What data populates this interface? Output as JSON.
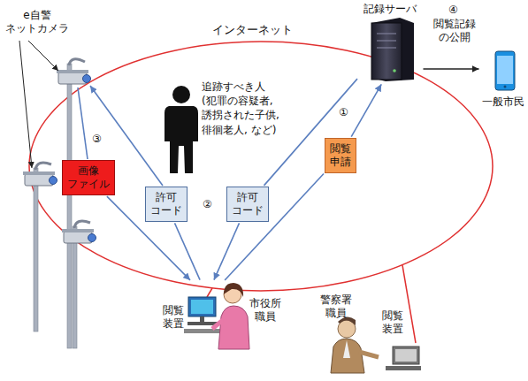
{
  "diagram": {
    "nodes": [
      {
        "text": [
          "記録サーバ"
        ]
      },
      {
        "text": [
          "一般市民"
        ]
      },
      {
        "text": [
          "閲覧 申請"
        ]
      },
      {
        "text": [
          "画像 ファイル"
        ]
      },
      {
        "text": [
          "許可 コード"
        ]
      },
      {
        "text": [
          "許可 コード"
        ]
      },
      {
        "text": [
          "閲覧 装置",
          "市役所 職員"
        ]
      },
      {
        "text": [
          "警察署 職員",
          "閲覧 装置"
        ]
      }
    ],
    "edges": [
      {
        "from": 0,
        "to": 1,
        "arrow": "to"
      },
      {
        "from": 6,
        "to": 2,
        "arrow": "none"
      },
      {
        "from": 2,
        "to": 0,
        "arrow": "to"
      },
      {
        "from": 0,
        "to": 5,
        "arrow": "none"
      },
      {
        "from": 5,
        "to": 6,
        "arrow": "to"
      },
      {
        "from": 6,
        "to": 4,
        "arrow": "none"
      },
      {
        "from": 3,
        "to": 6,
        "arrow": "to"
      }
    ],
    "labels": [
      "インターネット",
      "e自警 ネットカメラ",
      "追跡すべき人 (犯罪の容疑者, 誘拐された子供, 徘徊老人, など)",
      "①",
      "②",
      "③",
      "④",
      "閲覧記録 の公開"
    ]
  }
}
